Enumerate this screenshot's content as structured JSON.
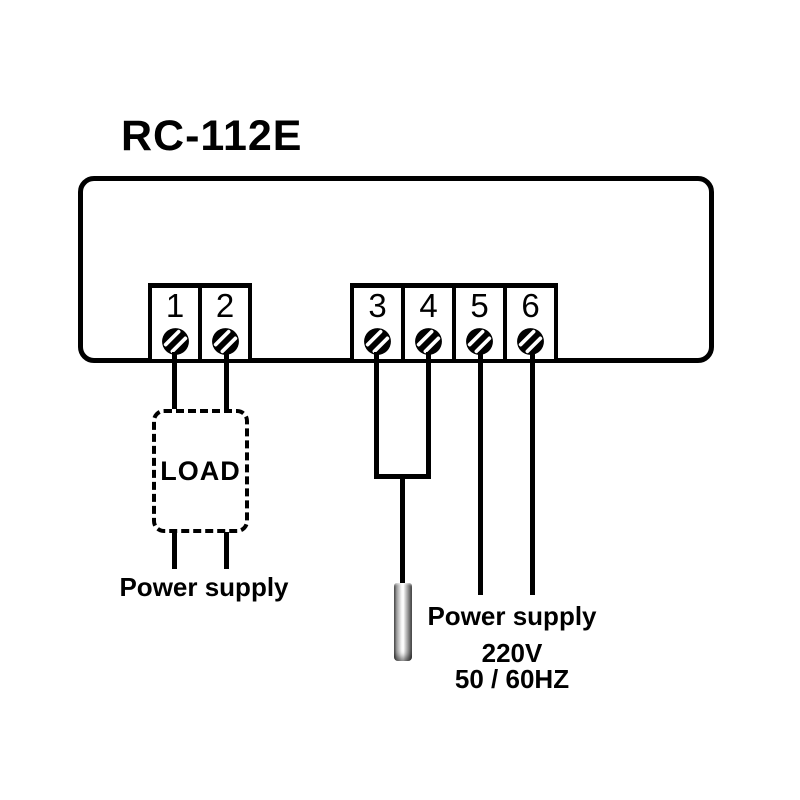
{
  "title": "RC-112E",
  "terminals": {
    "left": [
      "1",
      "2"
    ],
    "right": [
      "3",
      "4",
      "5",
      "6"
    ]
  },
  "load": {
    "label": "LOAD"
  },
  "left_power": {
    "label": "Power supply"
  },
  "right_power": {
    "label": "Power supply",
    "voltage": "220V",
    "frequency": "50 / 60HZ"
  },
  "colors": {
    "line": "#000000",
    "background": "#ffffff",
    "probe_dark": "#3a3a3a",
    "probe_mid": "#9a9a9a",
    "probe_light": "#f7f7f7"
  }
}
